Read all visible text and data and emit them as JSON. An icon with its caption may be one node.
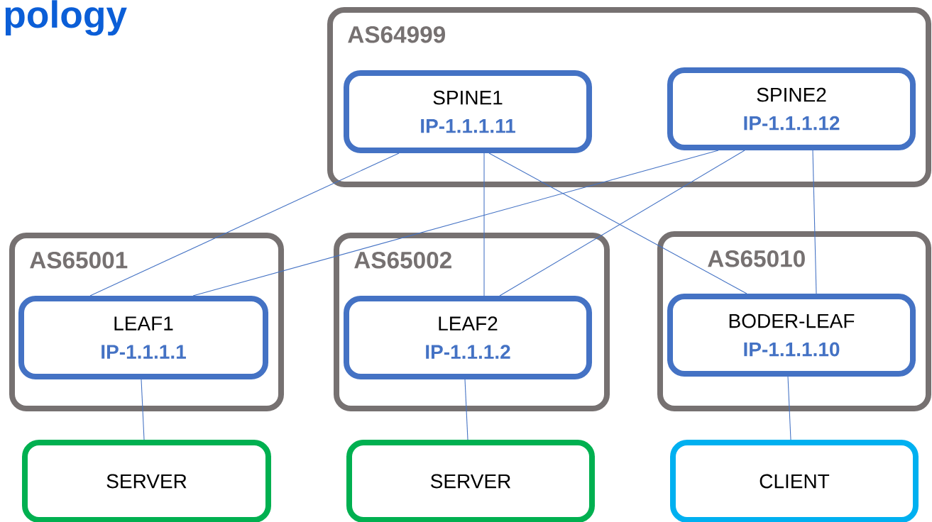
{
  "diagram": {
    "title": "pology",
    "nodes": [
      {
        "text": [
          "AS64999"
        ]
      },
      {
        "text": [
          "SPINE1",
          "IP-1.1.1.11"
        ],
        "in": 0
      },
      {
        "text": [
          "SPINE2",
          "IP-1.1.1.12"
        ],
        "in": 0
      },
      {
        "text": [
          "AS65001"
        ]
      },
      {
        "text": [
          "LEAF1",
          "IP-1.1.1.1"
        ],
        "in": 3
      },
      {
        "text": [
          "AS65002"
        ]
      },
      {
        "text": [
          "LEAF2",
          "IP-1.1.1.2"
        ],
        "in": 5
      },
      {
        "text": [
          "AS65010"
        ]
      },
      {
        "text": [
          "BODER-LEAF",
          "IP-1.1.1.10"
        ],
        "in": 7
      },
      {
        "text": [
          "SERVER"
        ]
      },
      {
        "text": [
          "SERVER"
        ]
      },
      {
        "text": [
          "CLIENT"
        ]
      }
    ],
    "edges": [
      {
        "from": 1,
        "to": 4,
        "arrow": "none"
      },
      {
        "from": 1,
        "to": 6,
        "arrow": "none"
      },
      {
        "from": 1,
        "to": 8,
        "arrow": "none"
      },
      {
        "from": 2,
        "to": 4,
        "arrow": "none"
      },
      {
        "from": 2,
        "to": 6,
        "arrow": "none"
      },
      {
        "from": 2,
        "to": 8,
        "arrow": "none"
      },
      {
        "from": 4,
        "to": 9,
        "arrow": "none"
      },
      {
        "from": 6,
        "to": 10,
        "arrow": "none"
      },
      {
        "from": 8,
        "to": 11,
        "arrow": "none"
      }
    ]
  }
}
